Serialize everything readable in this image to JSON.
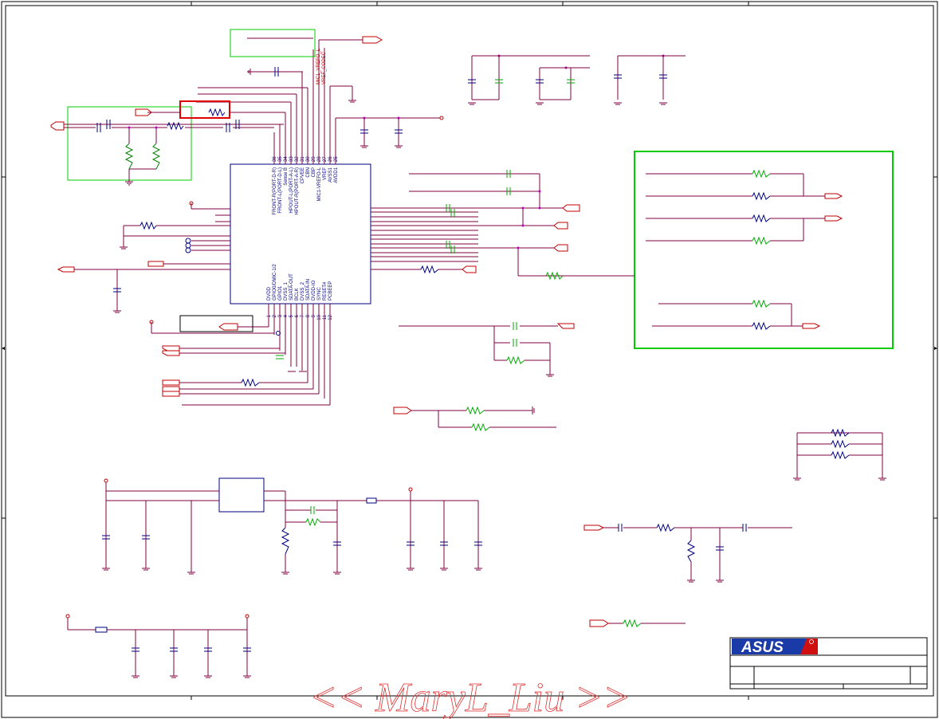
{
  "codec": {
    "left_pins": [
      {
        "num": "36",
        "label": "FRONT-R(PORT-D-R)"
      },
      {
        "num": "35",
        "label": "FRONT-L(PORT-D-L)"
      },
      {
        "num": "34",
        "label": "Sense B"
      },
      {
        "num": "33",
        "label": "HPOUT-L(PORT-A-L)"
      },
      {
        "num": "32",
        "label": "HPOUT-R(PORT-A-R)"
      },
      {
        "num": "31",
        "label": "CPVEE"
      },
      {
        "num": "30",
        "label": "CBN"
      },
      {
        "num": "29",
        "label": "CBP"
      },
      {
        "num": "28",
        "label": "MIC1-VREFO-L"
      },
      {
        "num": "27",
        "label": "VREF"
      },
      {
        "num": "26",
        "label": "AVSS1"
      },
      {
        "num": "25",
        "label": "AVDD1"
      }
    ],
    "bottom_pins": [
      {
        "num": "1",
        "label": "DVDD"
      },
      {
        "num": "2",
        "label": "GPIO0/DMIC-1/2"
      },
      {
        "num": "3",
        "label": "GPIO1"
      },
      {
        "num": "4",
        "label": "DVSS_1"
      },
      {
        "num": "5",
        "label": "SDATA-OUT"
      },
      {
        "num": "6",
        "label": "BCLK"
      },
      {
        "num": "7",
        "label": "DVSS_2"
      },
      {
        "num": "8",
        "label": "SDATA-IN"
      },
      {
        "num": "9",
        "label": "DVDD-IO"
      },
      {
        "num": "10",
        "label": "SYNC"
      },
      {
        "num": "11",
        "label": "RESET#"
      },
      {
        "num": "12",
        "label": "PCBEEP"
      }
    ]
  },
  "net_labels": {
    "mic1_vrefo_l": "MIC1_VREFO_L",
    "vref_codec": "VREF_CODEC"
  },
  "brand": {
    "logo_text": "ASUS",
    "logo_colors": [
      "#1a3aa8",
      "#ffffff",
      "#d01010"
    ]
  },
  "watermark": "<< MaryL_Liu >>",
  "colors": {
    "wire": "#800040",
    "component": "#000080",
    "highlight_green": "#00cc00",
    "highlight_red": "#e00000",
    "alt_cap": "#00aa00"
  }
}
